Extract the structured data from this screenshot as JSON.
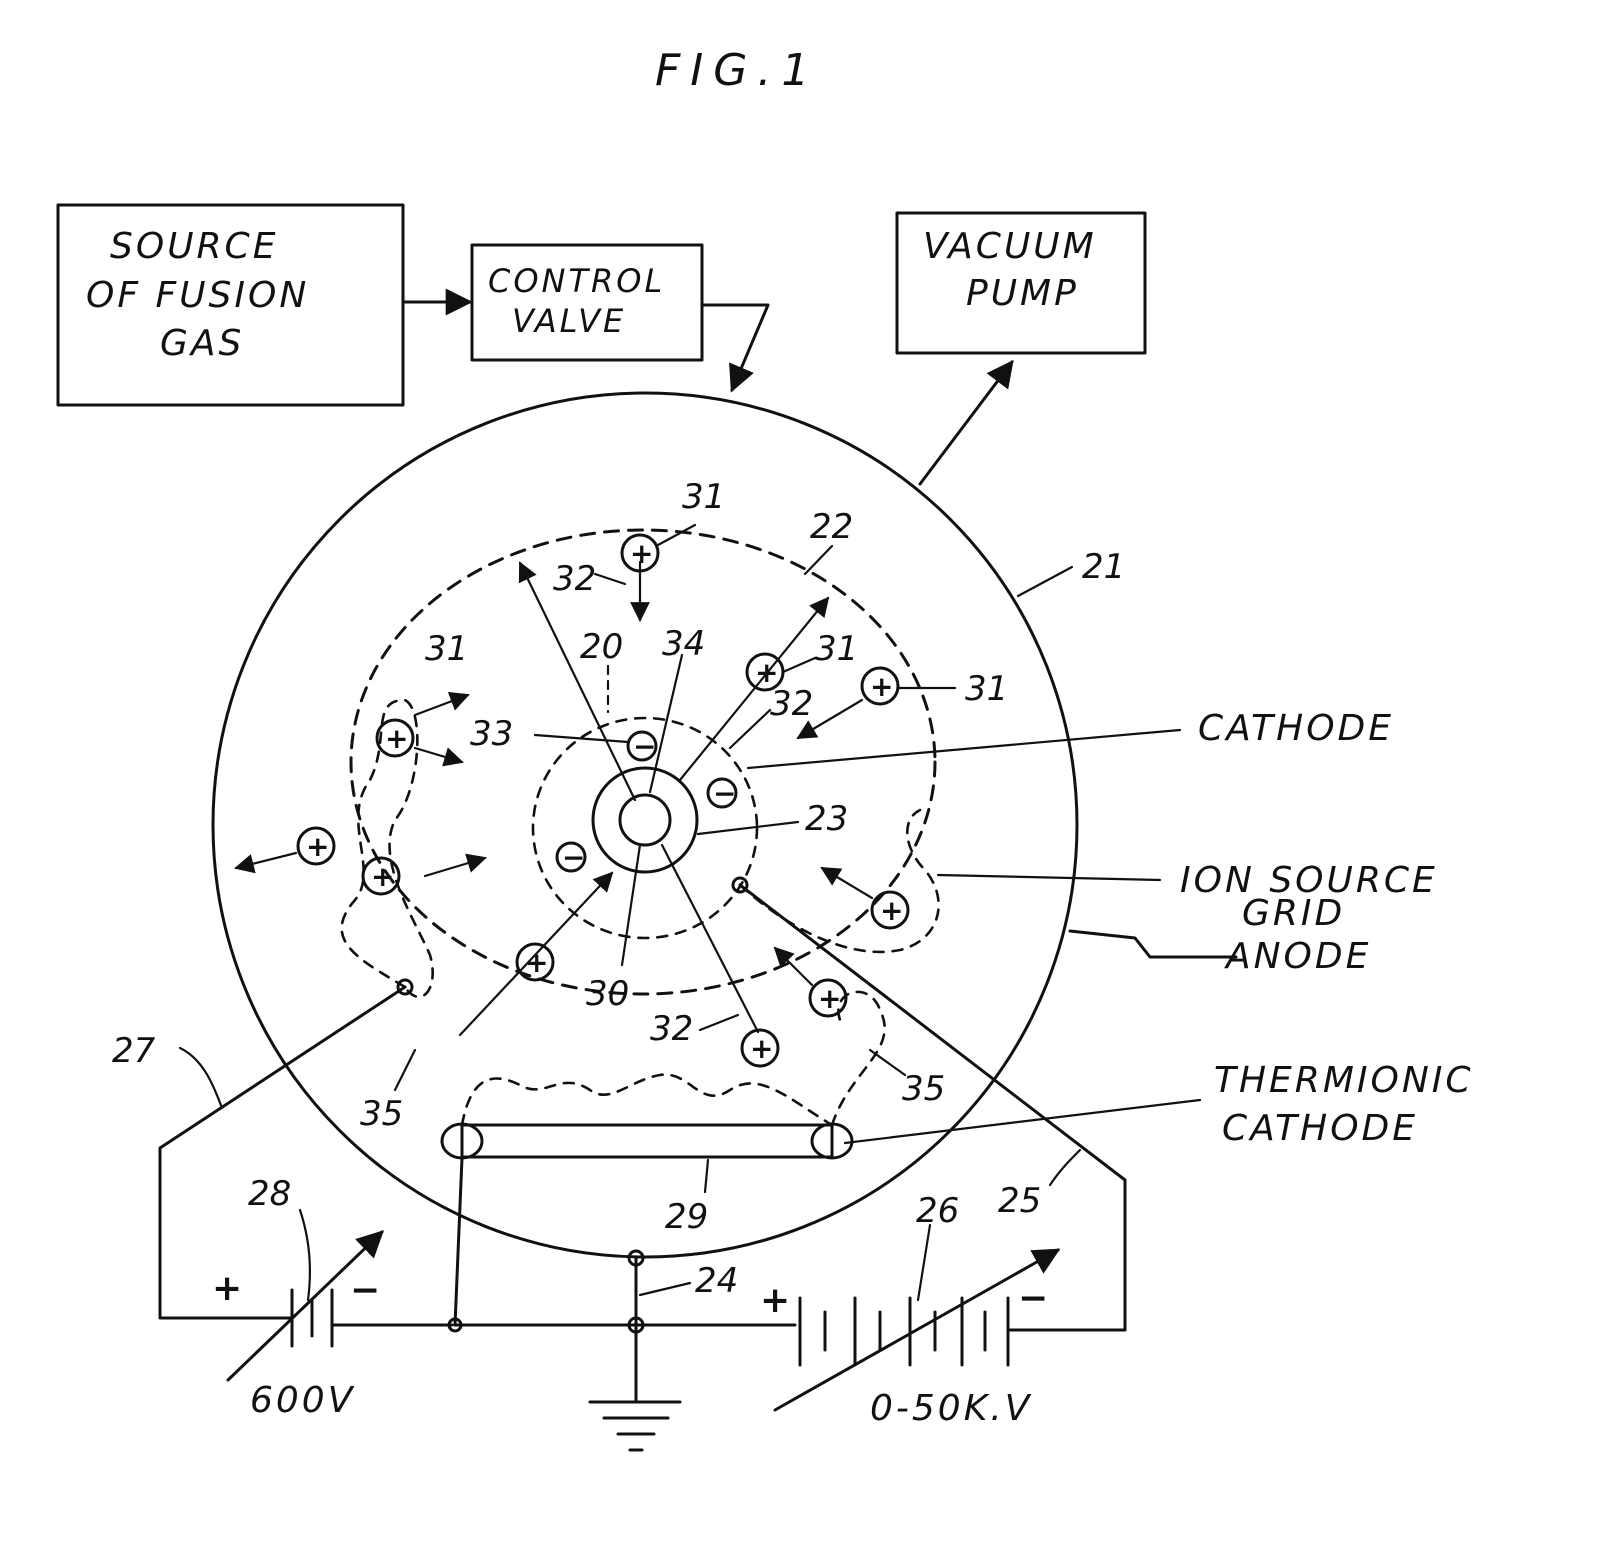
{
  "figure": {
    "title": "FIG.1"
  },
  "boxes": {
    "source": [
      "SOURCE",
      "OF FUSION",
      "GAS"
    ],
    "valve": [
      "CONTROL",
      "VALVE"
    ],
    "pump": [
      "VACUUM",
      "PUMP"
    ]
  },
  "labels": {
    "cathode": "CATHODE",
    "ion_source": [
      "ION SOURCE",
      "GRID",
      "ANODE"
    ],
    "thermionic": [
      "THERMIONIC",
      "CATHODE"
    ],
    "v600": "600V",
    "v50k": "0-50K.V"
  },
  "polarity": {
    "plus": "+",
    "minus": "−"
  },
  "charges": {
    "ion": "+",
    "electron": "−"
  },
  "refs": {
    "r20": "20",
    "r21": "21",
    "r22": "22",
    "r23": "23",
    "r24": "24",
    "r25": "25",
    "r26": "26",
    "r27": "27",
    "r28": "28",
    "r29": "29",
    "r30": "30",
    "r31": "31",
    "r32": "32",
    "r33": "33",
    "r34": "34",
    "r35": "35"
  }
}
